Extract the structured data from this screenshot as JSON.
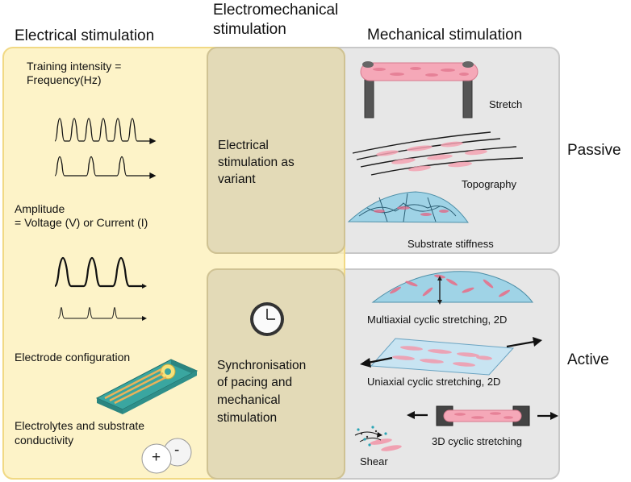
{
  "headers": {
    "electrical": "Electrical stimulation",
    "electromechanical_1": "Electromechanical",
    "electromechanical_2": "stimulation",
    "mechanical": "Mechanical stimulation"
  },
  "electrical": {
    "training_1": "Training intensity =",
    "training_2": "Frequency(Hz)",
    "amplitude_1": "Amplitude",
    "amplitude_2": "= Voltage (V) or Current (I)",
    "electrode": "Electrode configuration",
    "electrolytes_1": "Electrolytes and substrate",
    "electrolytes_2": "conductivity",
    "plus": "+",
    "minus": "-"
  },
  "electromechanical": {
    "passive_1": "Electrical",
    "passive_2": "stimulation as",
    "passive_3": "variant",
    "active_1": "Synchronisation",
    "active_2": "of pacing and",
    "active_3": "mechanical",
    "active_4": "stimulation"
  },
  "mechanical": {
    "stretch": "Stretch",
    "topography": "Topography",
    "stiffness": "Substrate stiffness",
    "multiaxial": "Multiaxial cyclic stretching, 2D",
    "uniaxial": "Uniaxial cyclic stretching, 2D",
    "cyclic3d": "3D cyclic stretching",
    "shear": "Shear"
  },
  "rows": {
    "passive": "Passive",
    "active": "Active"
  },
  "colors": {
    "electrical_panel": "#fdf3c8",
    "electrical_border": "#f2db85",
    "mechanical_panel": "#e7e7e7",
    "mechanical_border": "#c6c6c6",
    "overlap_panel": "#e4dcbb",
    "tissue_pink": "#f2a7b4",
    "substrate_blue": "#9fd3e6"
  }
}
